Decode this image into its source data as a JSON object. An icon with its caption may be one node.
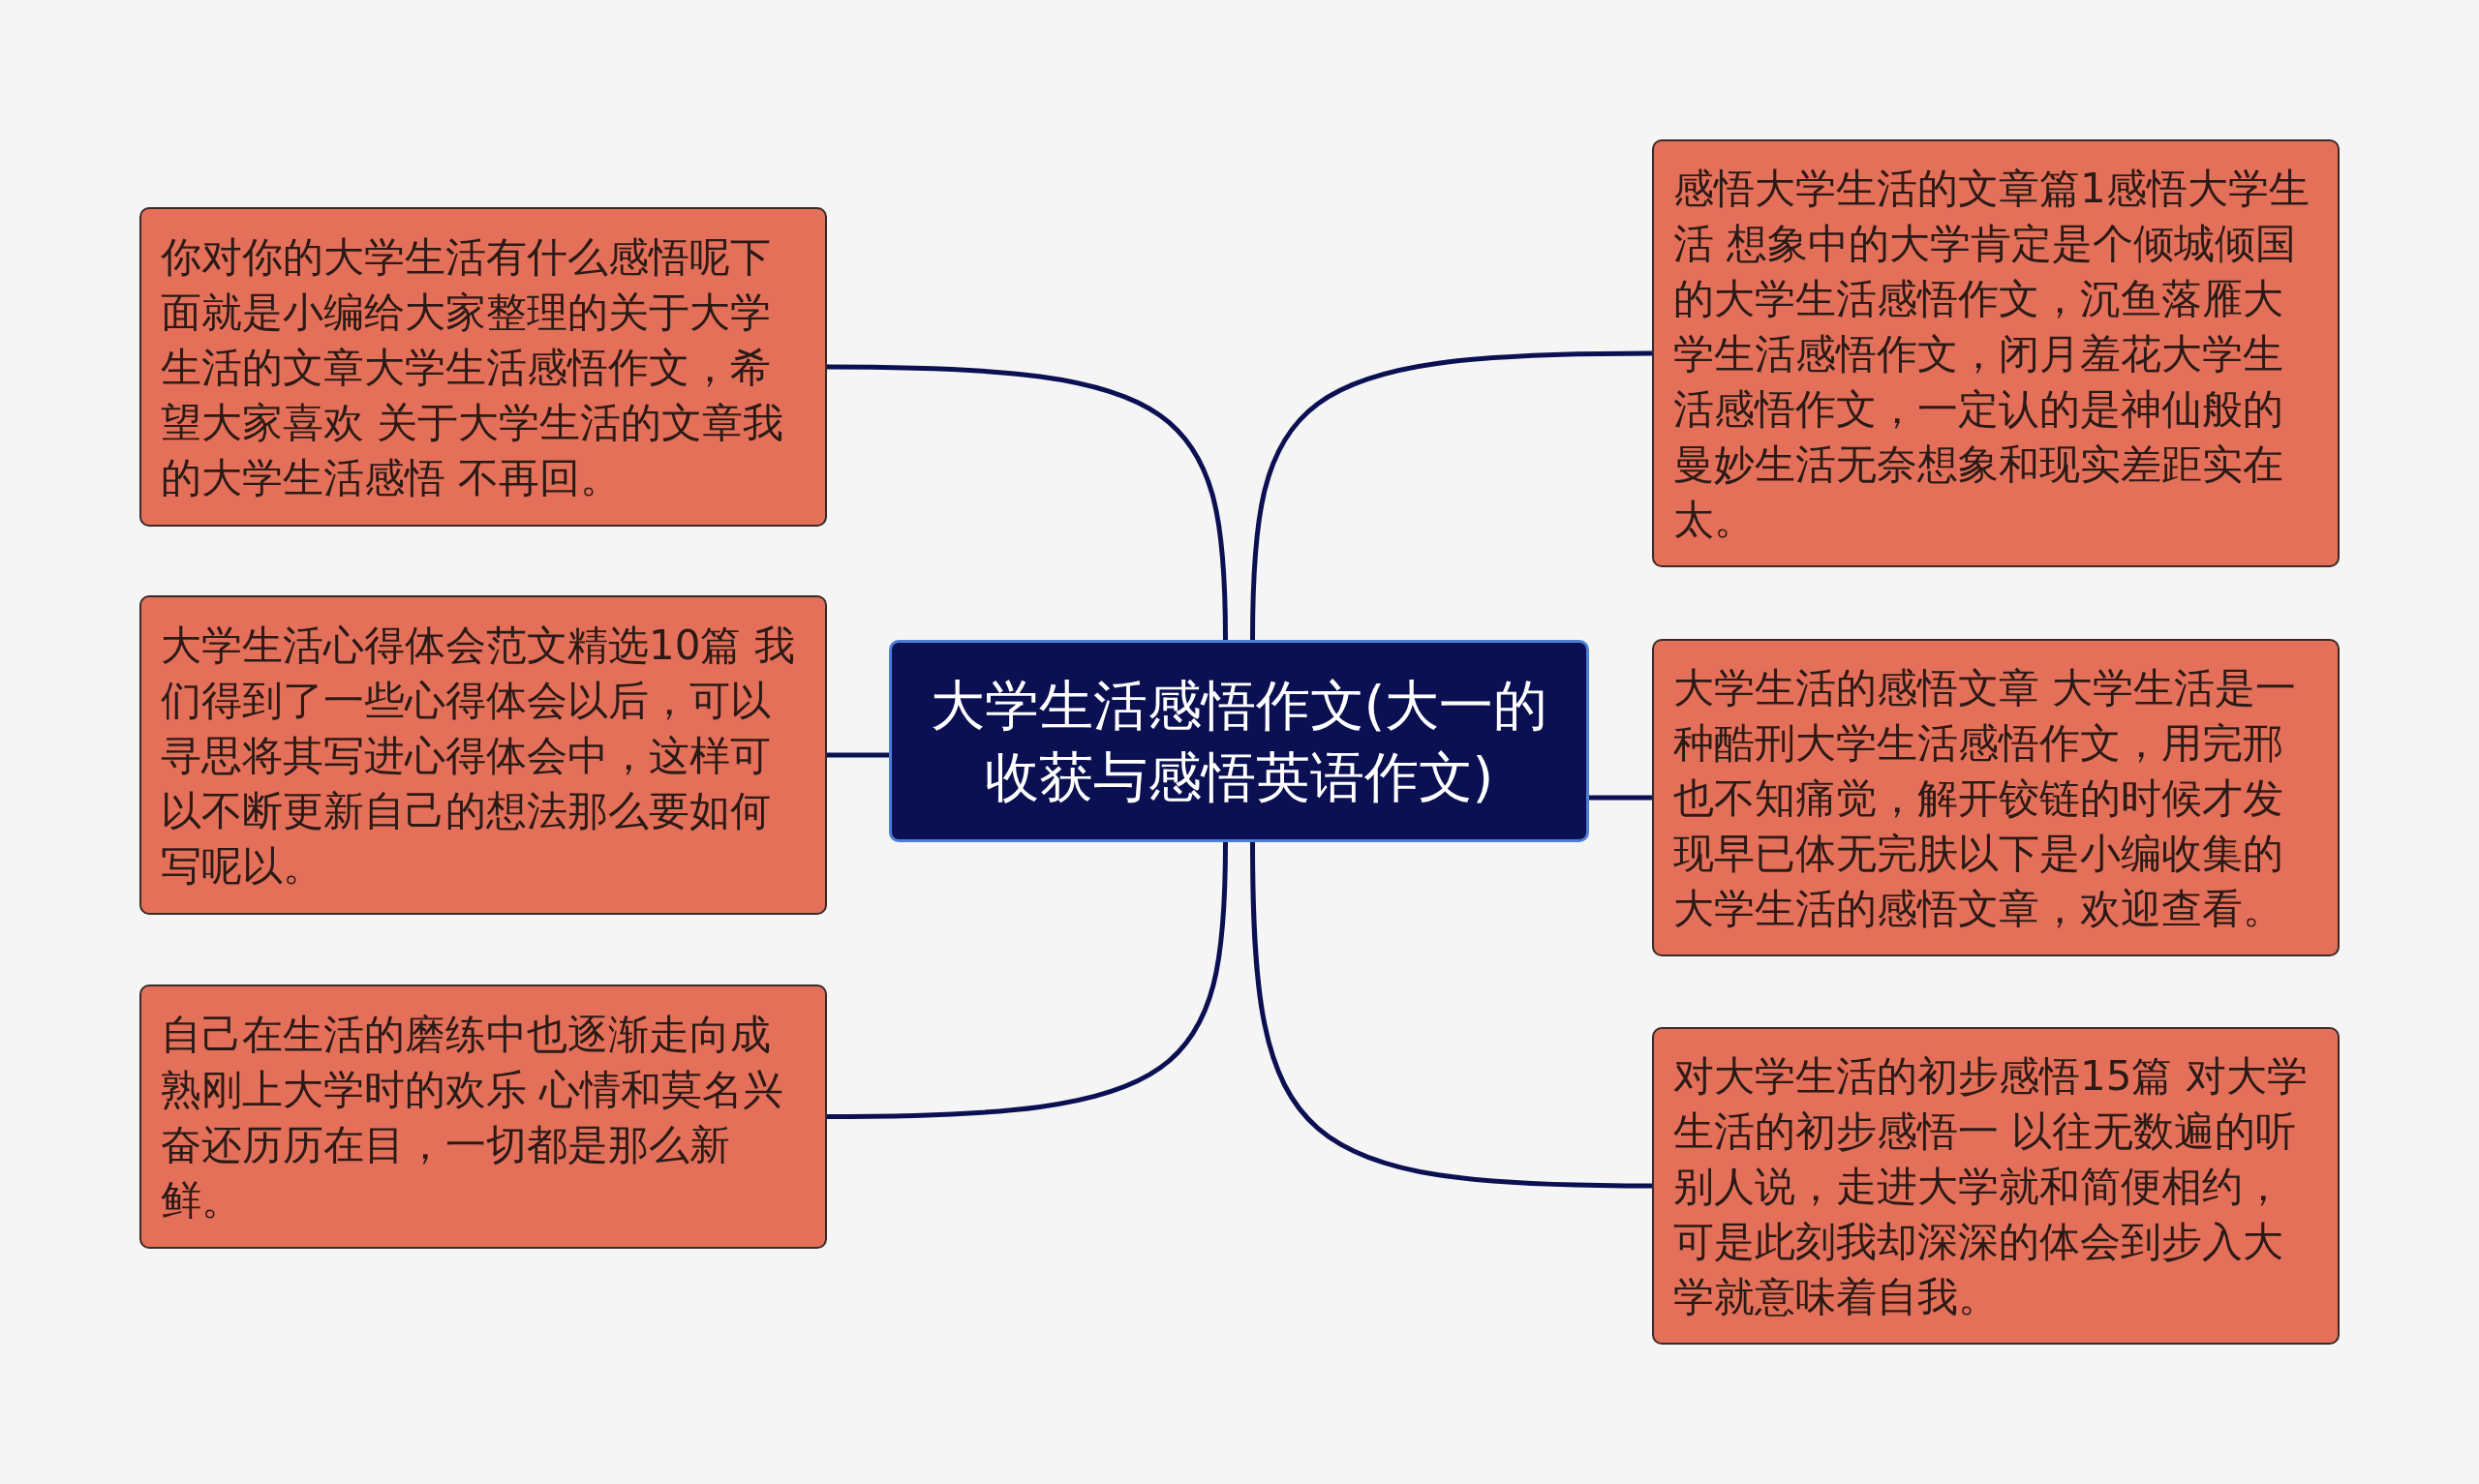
{
  "diagram": {
    "nodes": [
      {
        "text": [
          "大学生活感悟作文(大一的收获与感悟英语作文)"
        ]
      },
      {
        "text": [
          "你对你的大学生活有什么感悟呢下面就是小编给大家整理的关于大学生活的文章大学生活感悟作文，希望大家喜欢 关于大学生活的文章我的大学生活感悟 不再回。"
        ]
      },
      {
        "text": [
          "大学生活心得体会范文精选10篇 我们得到了一些心得体会以后，可以寻思将其写进心得体会中，这样可以不断更新自己的想法那么要如何写呢以。"
        ]
      },
      {
        "text": [
          "自己在生活的磨练中也逐渐走向成熟刚上大学时的欢乐 心情和莫名兴奋还历历在目，一切都是那么新鲜。"
        ]
      },
      {
        "text": [
          "感悟大学生活的文章篇1感悟大学生活 想象中的大学肯定是个倾城倾国的大学生活感悟作文，沉鱼落雁大学生活感悟作文，闭月羞花大学生活感悟作文，一定认的是神仙般的曼妙生活无奈想象和现实差距实在太。"
        ]
      },
      {
        "text": [
          "大学生活的感悟文章 大学生活是一种酷刑大学生活感悟作文，用完邢也不知痛觉，解开铰链的时候才发现早已体无完肤以下是小编收集的大学生活的感悟文章，欢迎查看。"
        ]
      },
      {
        "text": [
          "对大学生活的初步感悟15篇 对大学生活的初步感悟一 以往无数遍的听别人说，走进大学就和简便相约，可是此刻我却深深的体会到步入大学就意味着自我。"
        ]
      }
    ],
    "edges": [
      {
        "from": 0,
        "to": 1,
        "arrow": "none"
      },
      {
        "from": 0,
        "to": 2,
        "arrow": "none"
      },
      {
        "from": 0,
        "to": 3,
        "arrow": "none"
      },
      {
        "from": 0,
        "to": 4,
        "arrow": "none"
      },
      {
        "from": 0,
        "to": 5,
        "arrow": "none"
      },
      {
        "from": 0,
        "to": 6,
        "arrow": "none"
      }
    ]
  }
}
